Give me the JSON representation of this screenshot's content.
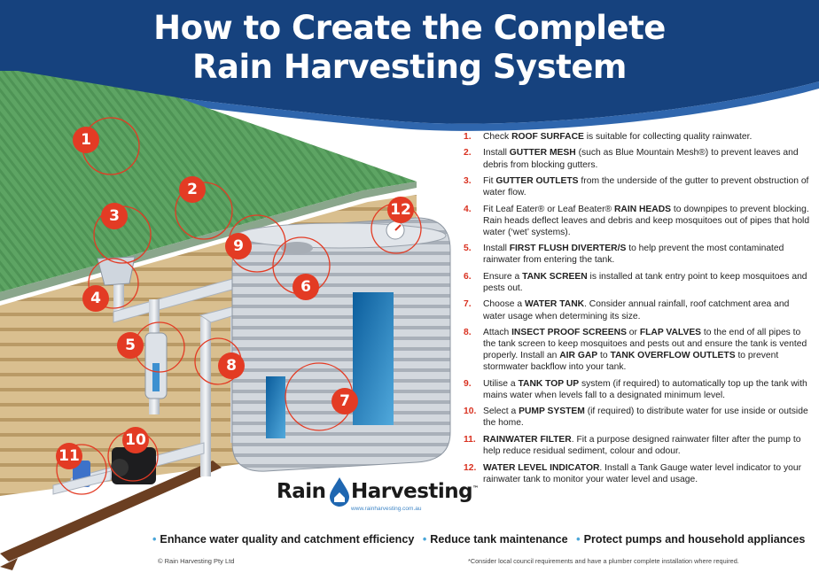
{
  "title": {
    "line1": "How to Create the Complete",
    "line2": "Rain Harvesting System"
  },
  "labels": [
    "1",
    "2",
    "3",
    "4",
    "5",
    "6",
    "7",
    "8",
    "9",
    "10",
    "11",
    "12"
  ],
  "steps": [
    {
      "num": "1.",
      "pre": "Check ",
      "bold": "ROOF SURFACE",
      "post": " is suitable for collecting quality rainwater."
    },
    {
      "num": "2.",
      "pre": "Install ",
      "bold": "GUTTER MESH",
      "post": " (such as Blue Mountain Mesh®) to prevent leaves and debris from blocking gutters."
    },
    {
      "num": "3.",
      "pre": "Fit ",
      "bold": "GUTTER OUTLETS",
      "post": " from the underside of the gutter to prevent obstruction of water flow."
    },
    {
      "num": "4.",
      "pre": "Fit Leaf Eater® or Leaf Beater® ",
      "bold": "RAIN HEADS",
      "post": " to downpipes to prevent blocking. Rain heads deflect leaves and debris and keep mosquitoes out of pipes that hold water (‘wet’ systems)."
    },
    {
      "num": "5.",
      "pre": "Install ",
      "bold": "FIRST FLUSH DIVERTER/S",
      "post": " to help prevent the most contaminated rainwater from entering the tank."
    },
    {
      "num": "6.",
      "pre": "Ensure a ",
      "bold": "TANK SCREEN",
      "post": " is installed at tank entry point to keep mosquitoes and pests out."
    },
    {
      "num": "7.",
      "pre": "Choose a ",
      "bold": "WATER TANK",
      "post": ". Consider annual rainfall, roof catchment area and water usage when determining its size."
    },
    {
      "num": "8.",
      "pre": "Attach ",
      "bold": "INSECT PROOF SCREENS",
      "mid": " or ",
      "bold2": "FLAP VALVES",
      "mid2": " to the end of all pipes to the tank screen to keep mosquitoes and pests out and ensure the tank is vented properly. Install an ",
      "bold3": "AIR GAP",
      "mid3": " to ",
      "bold4": "TANK OVERFLOW OUTLETS",
      "post": " to prevent stormwater backflow into your tank."
    },
    {
      "num": "9.",
      "pre": "Utilise a ",
      "bold": "TANK TOP UP",
      "post": " system (if required) to automatically top up the tank with mains water when levels fall to a designated minimum level."
    },
    {
      "num": "10.",
      "pre": "Select a ",
      "bold": "PUMP SYSTEM",
      "post": " (if required) to distribute water for use inside or outside the home."
    },
    {
      "num": "11.",
      "pre": "",
      "bold": "RAINWATER FILTER",
      "post": ". Fit a purpose designed rainwater filter after the pump to help reduce residual sediment, colour and odour."
    },
    {
      "num": "12.",
      "pre": "",
      "bold": "WATER LEVEL INDICATOR",
      "post": ". Install a Tank Gauge water level indicator to your rainwater tank to monitor your water level and usage."
    }
  ],
  "benefits": [
    "Enhance water quality and catchment efficiency",
    "Reduce tank maintenance",
    "Protect pumps and household appliances"
  ],
  "logo": {
    "word1": "Rain",
    "word2": "Harvesting",
    "tm": "™",
    "url": "www.rainharvesting.com.au"
  },
  "footer": {
    "copyright": "© Rain Harvesting Pty Ltd",
    "note": "*Consider local council requirements and have a plumber complete installation where required."
  },
  "colors": {
    "banner": "#16427e",
    "banner_light": "#2f66ad",
    "accent_red": "#e33b24",
    "roof_green": "#5da463",
    "wall": "#d4b98a",
    "tank": "#c9ced4",
    "benefit_dot": "#4aa6d8"
  }
}
